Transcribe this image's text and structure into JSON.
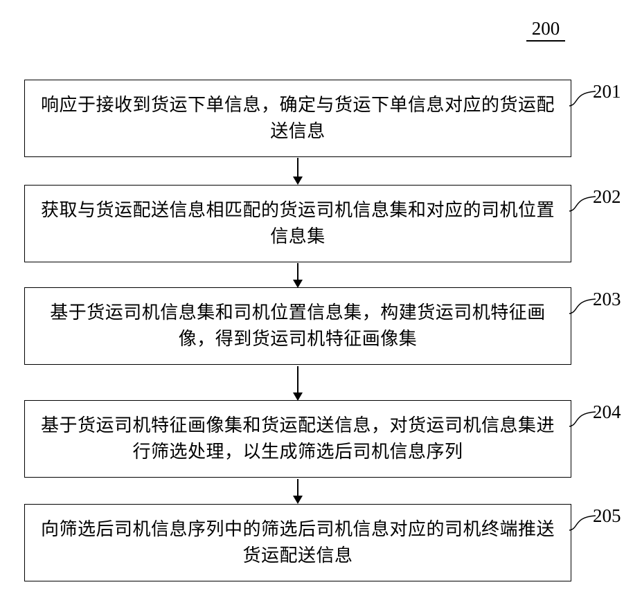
{
  "colors": {
    "ink": "#000000",
    "background": "#ffffff"
  },
  "figure": {
    "label": "200",
    "steps": [
      {
        "ref": "201",
        "text": "响应于接收到货运下单信息，确定与货运下单信息对应的货运配送信息"
      },
      {
        "ref": "202",
        "text": "获取与货运配送信息相匹配的货运司机信息集和对应的司机位置信息集"
      },
      {
        "ref": "203",
        "text": "基于货运司机信息集和司机位置信息集，构建货运司机特征画像，得到货运司机特征画像集"
      },
      {
        "ref": "204",
        "text": "基于货运司机特征画像集和货运配送信息，对货运司机信息集进行筛选处理，以生成筛选后司机信息序列"
      },
      {
        "ref": "205",
        "text": "向筛选后司机信息序列中的筛选后司机信息对应的司机终端推送货运配送信息"
      }
    ]
  }
}
